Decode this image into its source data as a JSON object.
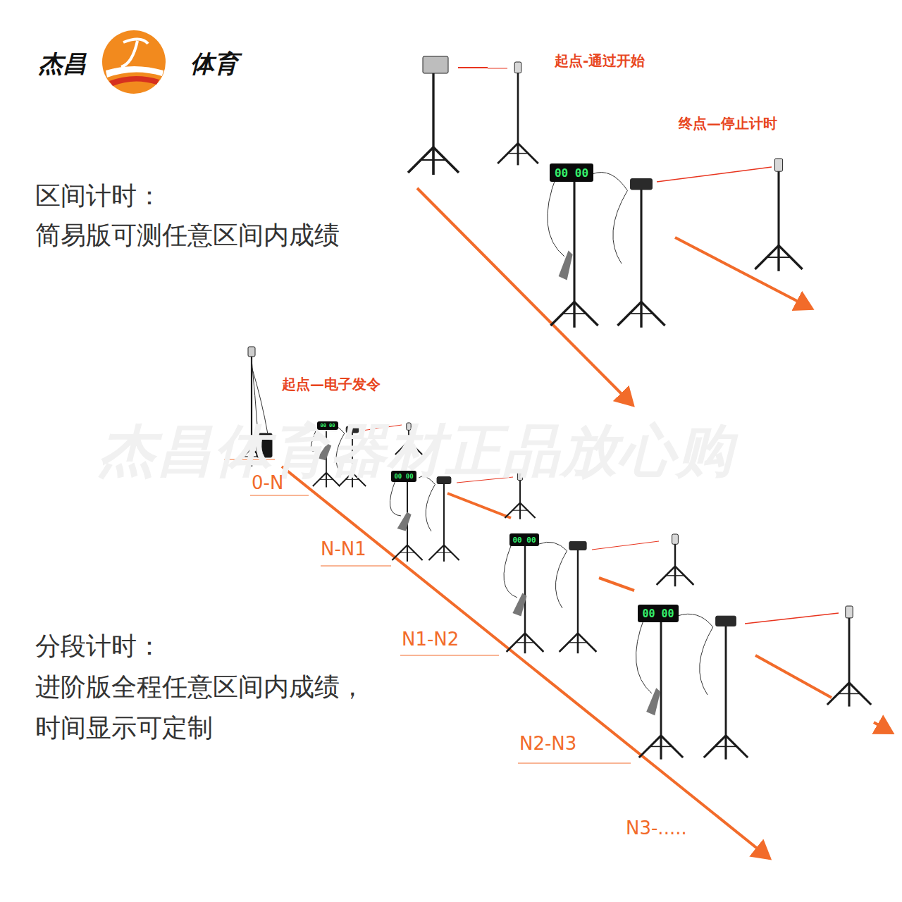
{
  "diagram": {
    "nodes": [
      {
        "text": [
          "00 00"
        ]
      },
      {
        "text": [
          "00 00"
        ]
      },
      {
        "text": [
          "00 00"
        ]
      },
      {
        "text": [
          "00 00"
        ]
      },
      {
        "text": [
          "00 00"
        ]
      }
    ],
    "labels": [
      "杰昌",
      "体育",
      "起点-通过开始",
      "终点—停止计时",
      "区间计时：",
      "简易版可测任意区间内成绩",
      "起点—电子发令",
      "0-N",
      "N-N1",
      "N1-N2",
      "N2-N3",
      "N3-.....",
      "分段计时：",
      "进阶版全程任意区间内成绩，",
      "时间显示可定制",
      "杰昌体育器材正品放心购"
    ]
  }
}
